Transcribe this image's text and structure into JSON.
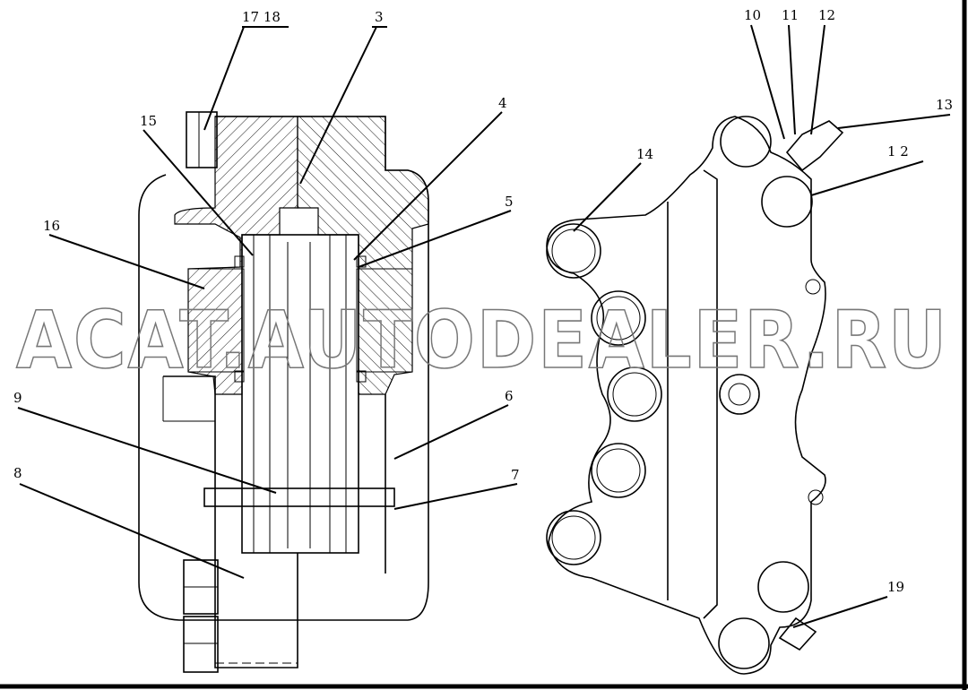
{
  "watermark": "ACAT.AUTODEALER.RU",
  "callouts": {
    "c17_18": "17 18",
    "c3": "3",
    "c4": "4",
    "c5": "5",
    "c6": "6",
    "c7": "7",
    "c8": "8",
    "c9": "9",
    "c15": "15",
    "c16": "16",
    "c10": "10",
    "c11": "11",
    "c12": "12",
    "c13": "13",
    "c14": "14",
    "c1_2": "1 2",
    "c19": "19"
  }
}
